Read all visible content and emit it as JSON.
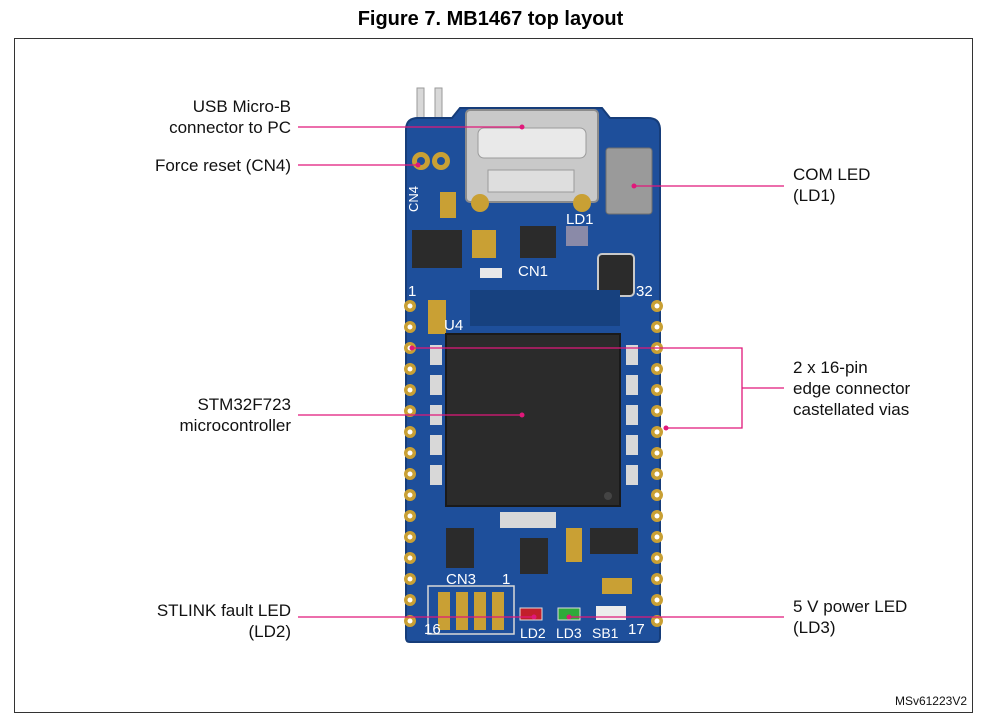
{
  "title": "Figure 7. MB1467 top layout",
  "reference": "MSv61223V2",
  "colors": {
    "pcb": "#1e4f9b",
    "pcb_dark": "#163d7a",
    "gold": "#c9a034",
    "chip": "#2b2b2b",
    "callout": "#e0187a"
  },
  "callouts": {
    "usb": [
      "USB Micro-B",
      "connector to PC"
    ],
    "reset": [
      "Force reset (CN4)"
    ],
    "com_led": [
      "COM LED",
      "(LD1)"
    ],
    "edge": [
      "2 x 16-pin",
      "edge connector",
      "castellated vias"
    ],
    "mcu": [
      "STM32F723",
      "microcontroller"
    ],
    "stlink": [
      "STLINK fault LED",
      "(LD2)"
    ],
    "power_led": [
      "5 V power LED",
      "(LD3)"
    ]
  },
  "silkscreen": {
    "cn4": "CN4",
    "ld1": "LD1",
    "cn1": "CN1",
    "pin1": "1",
    "pin32": "32",
    "u4": "U4",
    "cn3": "CN3",
    "cn3_pin1": "1",
    "pin16": "16",
    "pin17": "17",
    "ld2": "LD2",
    "ld3": "LD3",
    "sb1": "SB1"
  }
}
